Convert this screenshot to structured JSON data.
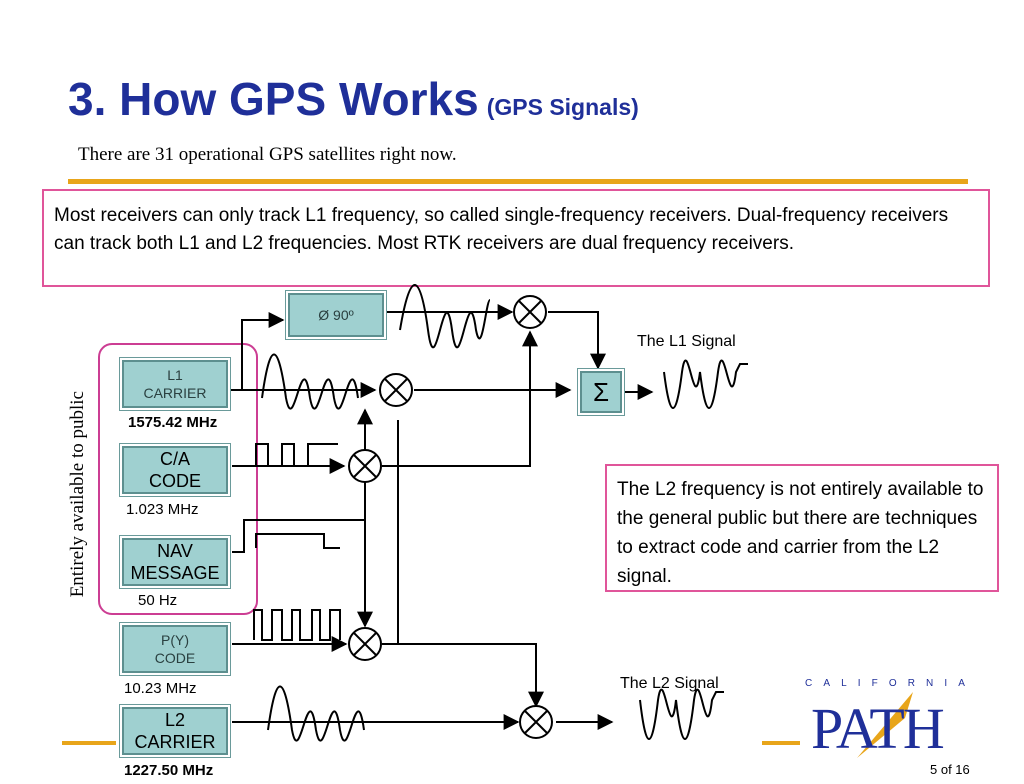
{
  "slide": {
    "title": "3. How GPS Works",
    "title_suffix": "(GPS Signals)",
    "subtitle": "There are 31 operational GPS satellites right now.",
    "page": "5 of 16",
    "accent_color": "#e8a51a",
    "title_color": "#1f2f99",
    "callout_border_color": "#e0559a"
  },
  "callouts": {
    "receivers": "Most receivers can only track L1 frequency, so called single-frequency receivers. Dual-frequency receivers can track both L1 and L2 frequencies. Most RTK receivers are dual frequency receivers.",
    "l2_note": "The L2 frequency is not entirely available to the general public but there are techniques to extract code and carrier from the L2 signal."
  },
  "diagram": {
    "public_label": "Entirely available to public",
    "phase_shift": "Ø 90º",
    "sum_symbol": "Σ",
    "l1_signal_title": "The L1 Signal",
    "l2_signal_title": "The L2 Signal",
    "sources": [
      {
        "line1": "L1",
        "line2": "CARRIER",
        "freq": "1575.42 MHz"
      },
      {
        "line1": "C/A",
        "line2": "CODE",
        "freq": "1.023 MHz"
      },
      {
        "line1": "NAV",
        "line2": "MESSAGE",
        "freq": "50 Hz"
      },
      {
        "line1": "P(Y)",
        "line2": "CODE",
        "freq": "10.23 MHz"
      },
      {
        "line1": "L2",
        "line2": "CARRIER",
        "freq": "1227.50 MHz"
      }
    ],
    "box_fill": "#9fd0d0"
  },
  "logo": {
    "letters": [
      "C",
      "A",
      "L",
      "I",
      "F",
      "O",
      "R",
      "N",
      "I",
      "A"
    ],
    "word": "PATH",
    "logo_color": "#1f2f99"
  }
}
